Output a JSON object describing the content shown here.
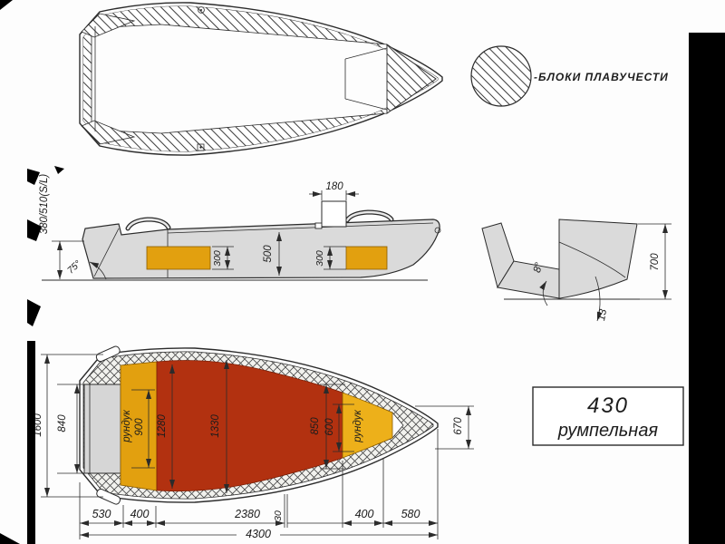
{
  "colors": {
    "line": "#2b2b2b",
    "hull_gray": "#dadada",
    "platform_gray": "#d6d6d6",
    "locker_yellow": "#e2a00f",
    "locker_yellow_bright": "#edb01a",
    "floor_red": "#b23110"
  },
  "legend": {
    "label": "-БЛОКИ ПЛАВУЧЕСТИ"
  },
  "model_box": {
    "model": "430",
    "variant": "румпельная"
  },
  "side_view": {
    "depth": "380/510(S/L)",
    "transom_angle": "75°",
    "console_width": "180",
    "depth_mid": "500",
    "locker_stern_height": "300",
    "locker_bow_height": "300"
  },
  "section_view": {
    "height": "700",
    "deadrise_angle": "8°",
    "flare_angle": "13"
  },
  "bottom_view": {
    "beam": "1600",
    "transom_inner_width": "840",
    "locker_stern": {
      "label": "рундук",
      "length": "900"
    },
    "floor_width_aft": "1280",
    "floor_width_max": "1330",
    "bow_width_1": "850",
    "bow_width_2": "600",
    "locker_bow": {
      "label": "рундук"
    },
    "bow_height": "670",
    "chain": [
      "530",
      "400",
      "2380",
      "30",
      "400",
      "580"
    ],
    "total_length": "4300"
  }
}
